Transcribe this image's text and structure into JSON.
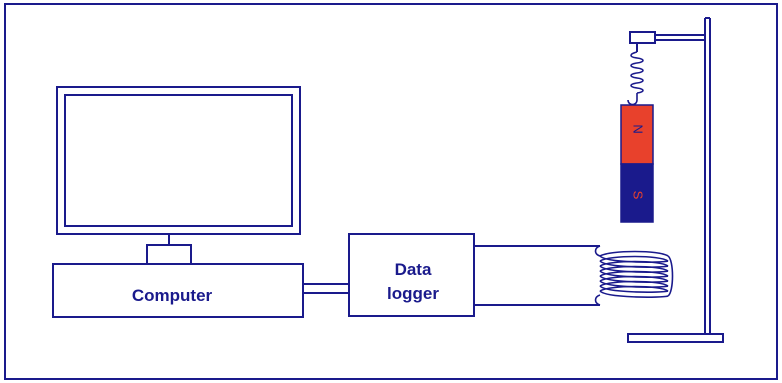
{
  "labels": {
    "computer": "Computer",
    "data_logger_line1": "Data",
    "data_logger_line2": "logger",
    "magnet_north": "N",
    "magnet_south": "S"
  },
  "colors": {
    "line": "#1a1a8c",
    "magnet_north": "#e8412c",
    "magnet_south": "#1a1a8c",
    "magnet_text": "#e8412c"
  }
}
